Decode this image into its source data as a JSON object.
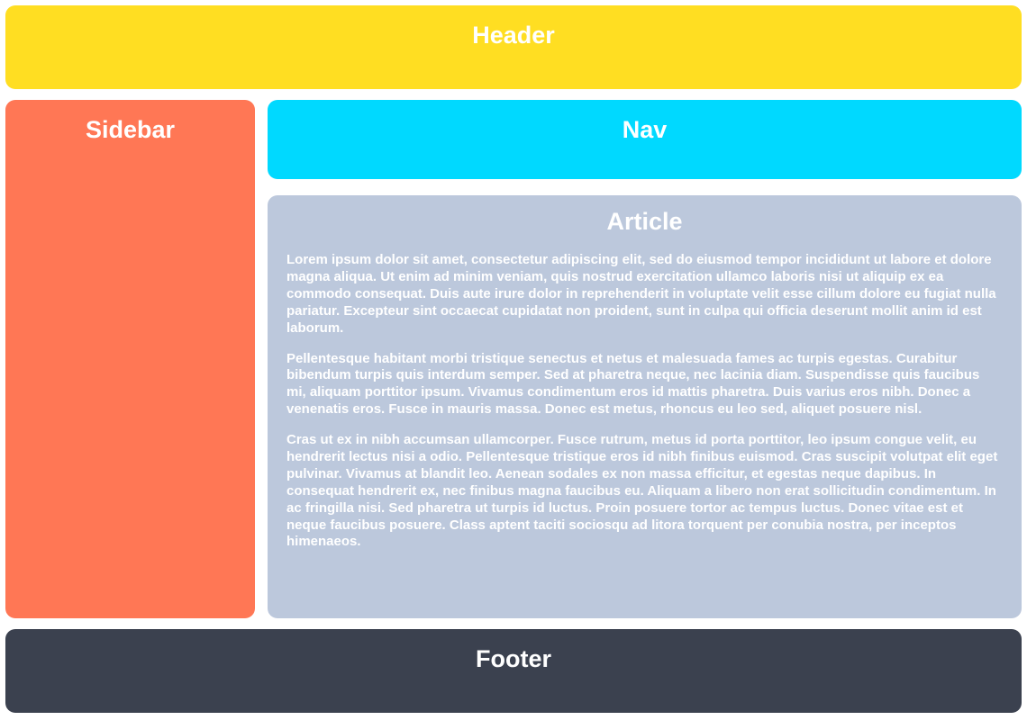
{
  "layout": {
    "header": {
      "label": "Header",
      "color": "#FFDE22"
    },
    "sidebar": {
      "label": "Sidebar",
      "color": "#FF7755"
    },
    "nav": {
      "label": "Nav",
      "color": "#00D9FF"
    },
    "article": {
      "label": "Article",
      "color": "#BCC8DC",
      "paragraphs": [
        "Lorem ipsum dolor sit amet, consectetur adipiscing elit, sed do eiusmod tempor incididunt ut labore et dolore magna aliqua. Ut enim ad minim veniam, quis nostrud exercitation ullamco laboris nisi ut aliquip ex ea commodo consequat. Duis aute irure dolor in reprehenderit in voluptate velit esse cillum dolore eu fugiat nulla pariatur. Excepteur sint occaecat cupidatat non proident, sunt in culpa qui officia deserunt mollit anim id est laborum.",
        "Pellentesque habitant morbi tristique senectus et netus et malesuada fames ac turpis egestas. Curabitur bibendum turpis quis interdum semper. Sed at pharetra neque, nec lacinia diam. Suspendisse quis faucibus mi, aliquam porttitor ipsum. Vivamus condimentum eros id mattis pharetra. Duis varius eros nibh. Donec a venenatis eros. Fusce in mauris massa. Donec est metus, rhoncus eu leo sed, aliquet posuere nisl.",
        "Cras ut ex in nibh accumsan ullamcorper. Fusce rutrum, metus id porta porttitor, leo ipsum congue velit, eu hendrerit lectus nisi a odio. Pellentesque tristique eros id nibh finibus euismod. Cras suscipit volutpat elit eget pulvinar. Vivamus at blandit leo. Aenean sodales ex non massa efficitur, et egestas neque dapibus. In consequat hendrerit ex, nec finibus magna faucibus eu. Aliquam a libero non erat sollicitudin condimentum. In ac fringilla nisi. Sed pharetra ut turpis id luctus. Proin posuere tortor ac tempus luctus. Donec vitae est et neque faucibus posuere. Class aptent taciti sociosqu ad litora torquent per conubia nostra, per inceptos himenaeos."
      ]
    },
    "footer": {
      "label": "Footer",
      "color": "#3B414F"
    }
  }
}
